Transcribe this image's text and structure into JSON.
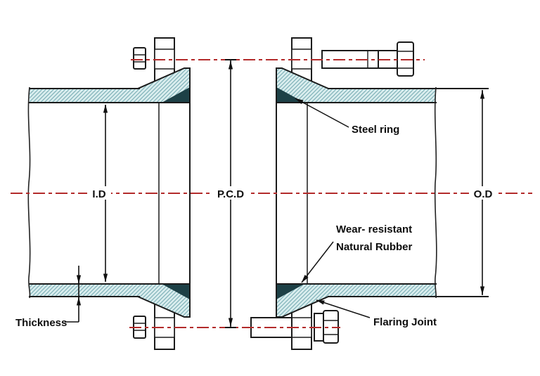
{
  "labels": {
    "id": "I.D",
    "pcd": "P.C.D",
    "od": "O.D",
    "steel_ring": "Steel ring",
    "wear_resistant_line1": "Wear- resistant",
    "wear_resistant_line2": "Natural Rubber",
    "flaring_joint": "Flaring Joint",
    "thickness": "Thickness"
  },
  "colors": {
    "centerline": "#b32b2b",
    "outline": "#1b1b1b",
    "hatch_fill": "#d9edee",
    "hatch_line": "#79aeb5",
    "steel_ring_dark": "#1d4046",
    "background": "#ffffff"
  }
}
